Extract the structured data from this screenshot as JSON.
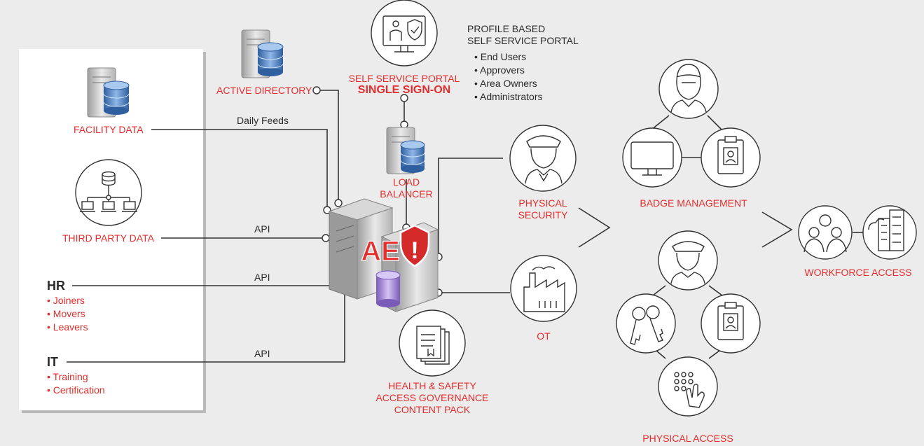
{
  "sources": {
    "facility_data": "FACILITY DATA",
    "third_party_data": "THIRD PARTY DATA",
    "hr": "HR",
    "hr_items": [
      "Joiners",
      "Movers",
      "Leavers"
    ],
    "it": "IT",
    "it_items": [
      "Training",
      "Certification"
    ]
  },
  "active_directory": "ACTIVE DIRECTORY",
  "connections": {
    "daily_feeds": "Daily Feeds",
    "api_third_party": "API",
    "api_hr": "API",
    "api_it": "API"
  },
  "portal": {
    "title": "SELF SERVICE PORTAL",
    "subtitle": "SINGLE SIGN-ON",
    "profile_line1": "PROFILE BASED",
    "profile_line2": "SELF SERVICE PORTAL",
    "roles": [
      "End Users",
      "Approvers",
      "Area Owners",
      "Administrators"
    ]
  },
  "load_balancer": [
    "LOAD",
    "BALANCER"
  ],
  "core": {
    "logo_text": "AE",
    "badge_text": "!"
  },
  "physical_security": [
    "PHYSICAL",
    "SECURITY"
  ],
  "ot": "OT",
  "content_pack": [
    "HEALTH & SAFETY",
    "ACCESS GOVERNANCE",
    "CONTENT PACK"
  ],
  "badge_management": "BADGE MANAGEMENT",
  "physical_access": "PHYSICAL ACCESS",
  "workforce_access": "WORKFORCE ACCESS",
  "colors": {
    "accent_red": "#e42d2d",
    "line": "#333333",
    "background": "#ececec",
    "db_blue": "#4f7fc1",
    "db_purple": "#9b7fd1"
  }
}
